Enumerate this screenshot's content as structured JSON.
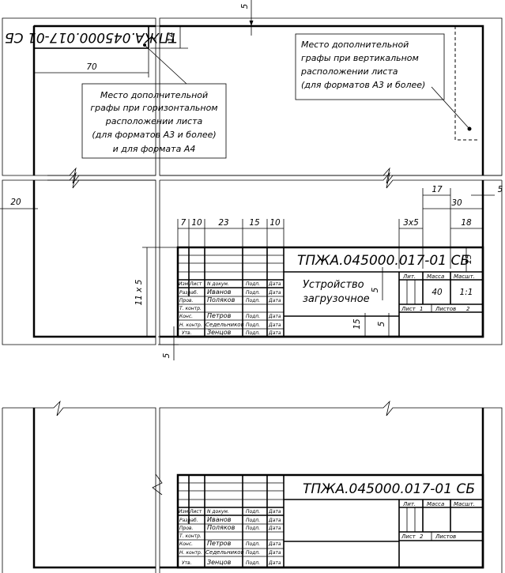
{
  "designation": "ТПЖА.045000.017-01 СБ",
  "designation_mirrored": "ТПЖА.045000.017-01 СБ",
  "notes": {
    "horizontal": [
      "Место дополнительной",
      "графы при горизонтальном",
      "расположении листа",
      "(для форматов А3 и более)",
      "и для формата А4"
    ],
    "vertical": [
      "Место дополнительной",
      "графы при вертикальном",
      "расположении листа",
      "(для форматов А3 и более)"
    ]
  },
  "dimensions": {
    "top_margin": "5",
    "height_14": "14",
    "width_70": "70",
    "left_margin": "20",
    "right_margin": "5",
    "bottom_margin": "5",
    "col_7": "7",
    "col_10a": "10",
    "col_23": "23",
    "col_15": "15",
    "col_10b": "10",
    "rows": "11 x 5",
    "w_17": "17",
    "w_30": "30",
    "w_18": "18",
    "w_3x5": "3x5",
    "h_15": "15",
    "h_5a": "5",
    "h_15b": "15",
    "h_5b": "5"
  },
  "title_block": {
    "name_line1": "Устройство",
    "name_line2": "загрузочное",
    "lit_label": "Лит.",
    "mass_label": "Масса",
    "scale_label": "Масшт.",
    "mass_value": "40",
    "scale_value": "1:1",
    "sheet_label": "Лист",
    "sheet_value": "1",
    "sheets_label": "Листов",
    "sheets_value": "2",
    "sheet_value_2": "2",
    "header": [
      "Изм",
      "Лист",
      "N докум.",
      "Подп.",
      "Дата"
    ],
    "rows": [
      [
        "Разраб.",
        "Иванов",
        "Подп.",
        "Дата"
      ],
      [
        "Пров.",
        "Поляков",
        "Подп.",
        "Дата"
      ],
      [
        "Т. контр.",
        "",
        "",
        ""
      ],
      [
        "Конс.",
        "Петров",
        "Подп.",
        "Дата"
      ],
      [
        "Н. контр.",
        "Седельников",
        "Подп.",
        "Дата"
      ],
      [
        "Утв.",
        "Зенцов",
        "Подп.",
        "Дата"
      ]
    ]
  }
}
